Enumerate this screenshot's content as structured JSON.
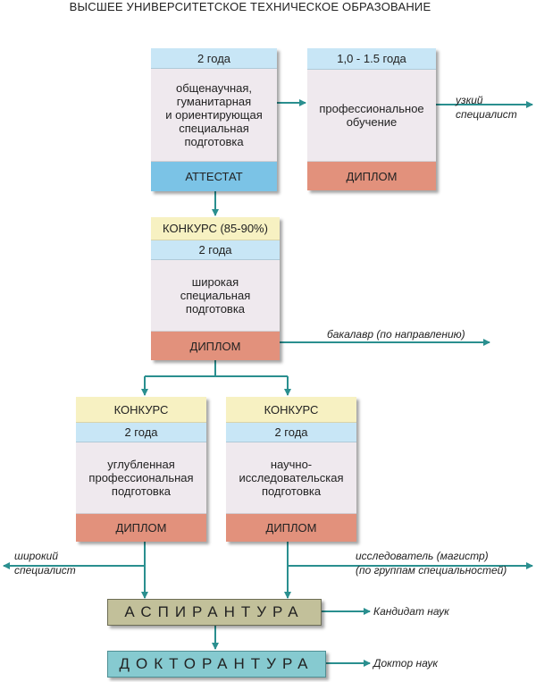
{
  "title": "ВЫСШЕЕ УНИВЕРСИТЕТСКОЕ ТЕХНИЧЕСКОЕ ОБРАЗОВАНИЕ",
  "box1": {
    "years": "2 года",
    "body": "общенаучная,\nгуманитарная\nи ориентирующая\nспециальная\nподготовка",
    "footer": "АТТЕСТАТ"
  },
  "box2": {
    "years": "1,0 - 1.5 года",
    "body": "профессиональное\nобучение",
    "footer": "ДИПЛОМ"
  },
  "box3": {
    "contest": "КОНКУРС (85-90%)",
    "years": "2 года",
    "body": "широкая\nспециальная\nподготовка",
    "footer": "ДИПЛОМ"
  },
  "box4": {
    "contest": "КОНКУРС",
    "years": "2 года",
    "body": "углубленная\nпрофессиональная\nподготовка",
    "footer": "ДИПЛОМ"
  },
  "box5": {
    "contest": "КОНКУРС",
    "years": "2 года",
    "body": "научно-\nисследовательская\nподготовка",
    "footer": "ДИПЛОМ"
  },
  "aspirantura": "АСПИРАНТУРА",
  "doktorantura": "ДОКТОРАНТУРА",
  "labels": {
    "narrow": "узкий\nспециалист",
    "bachelor": "бакалавр (по направлению)",
    "wide": "широкий\nспециалист",
    "researcher": "исследователь (магистр)\n(по группам специальностей)",
    "candidate": "Кандидат наук",
    "doctor": "Доктор наук"
  },
  "colors": {
    "line": "#2a8f8f",
    "attestat": "#7bc3e6",
    "diploma": "#e2917c",
    "years": "#c8e6f6",
    "contest": "#f7f1c2",
    "body": "#efe9ee",
    "aspirantura": "#c2c09a",
    "doktorantura": "#86cad0"
  }
}
